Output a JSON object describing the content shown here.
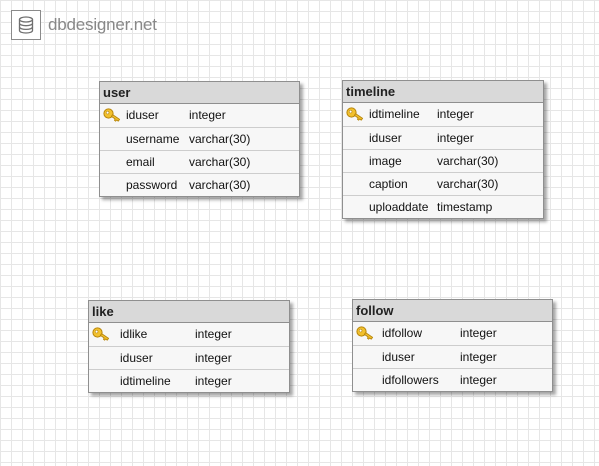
{
  "brand": {
    "name": "dbdesigner.net",
    "icon": "database-icon"
  },
  "tables": [
    {
      "id": "user",
      "name": "user",
      "columns": [
        {
          "name": "iduser",
          "type": "integer",
          "primary_key": true
        },
        {
          "name": "username",
          "type": "varchar(30)",
          "primary_key": false
        },
        {
          "name": "email",
          "type": "varchar(30)",
          "primary_key": false
        },
        {
          "name": "password",
          "type": "varchar(30)",
          "primary_key": false
        }
      ]
    },
    {
      "id": "timeline",
      "name": "timeline",
      "columns": [
        {
          "name": "idtimeline",
          "type": "integer",
          "primary_key": true
        },
        {
          "name": "iduser",
          "type": "integer",
          "primary_key": false
        },
        {
          "name": "image",
          "type": "varchar(30)",
          "primary_key": false
        },
        {
          "name": "caption",
          "type": "varchar(30)",
          "primary_key": false
        },
        {
          "name": "uploaddate",
          "type": "timestamp",
          "primary_key": false
        }
      ]
    },
    {
      "id": "like",
      "name": "like",
      "columns": [
        {
          "name": "idlike",
          "type": "integer",
          "primary_key": true
        },
        {
          "name": "iduser",
          "type": "integer",
          "primary_key": false
        },
        {
          "name": "idtimeline",
          "type": "integer",
          "primary_key": false
        }
      ]
    },
    {
      "id": "follow",
      "name": "follow",
      "columns": [
        {
          "name": "idfollow",
          "type": "integer",
          "primary_key": true
        },
        {
          "name": "iduser",
          "type": "integer",
          "primary_key": false
        },
        {
          "name": "idfollowers",
          "type": "integer",
          "primary_key": false
        }
      ]
    }
  ],
  "colors": {
    "header_bg": "#d9d9d9",
    "body_bg": "#f7f7f7",
    "border": "#8f8f8f",
    "key": "#f2c12e"
  }
}
